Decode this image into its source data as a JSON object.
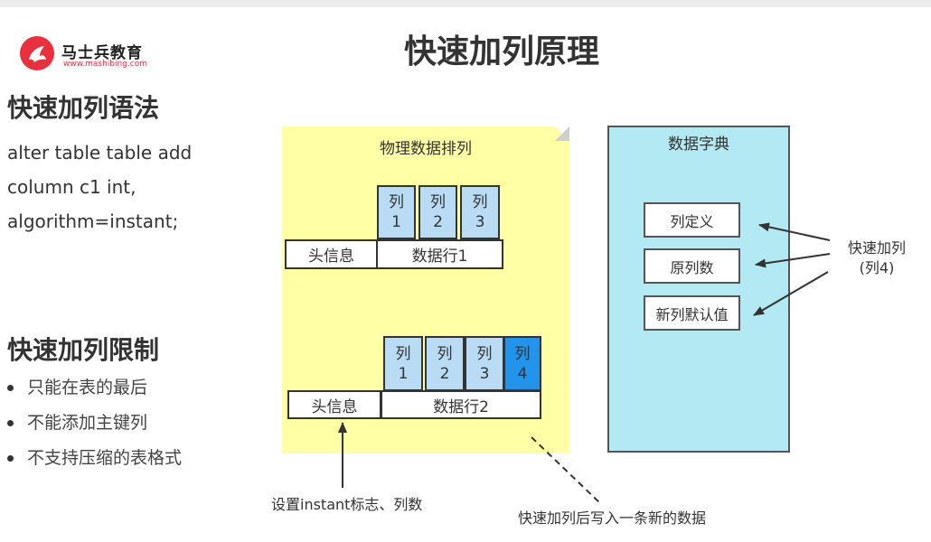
{
  "brand": {
    "name": "马士兵教育",
    "url": "www.mashibing.com",
    "color": "#e8303f"
  },
  "title": "快速加列原理",
  "syntax_section": {
    "heading": "快速加列语法",
    "lines": [
      "alter table table add",
      "column c1 int,",
      "algorithm=instant;"
    ]
  },
  "limits_section": {
    "heading": "快速加列限制",
    "items": [
      "只能在表的最后",
      "不能添加主键列",
      "不支持压缩的表格式"
    ]
  },
  "physical": {
    "label": "物理数据排列",
    "row1": {
      "header": "头信息",
      "data": "数据行1",
      "cols": [
        [
          "列",
          "1"
        ],
        [
          "列",
          "2"
        ],
        [
          "列",
          "3"
        ]
      ]
    },
    "row2": {
      "header": "头信息",
      "data": "数据行2",
      "cols": [
        [
          "列",
          "1"
        ],
        [
          "列",
          "2"
        ],
        [
          "列",
          "3"
        ],
        [
          "列",
          "4"
        ]
      ]
    }
  },
  "dictionary": {
    "label": "数据字典",
    "items": [
      "列定义",
      "原列数",
      "新列默认值"
    ]
  },
  "annotations": {
    "fast_add": [
      "快速加列",
      "(列4)"
    ],
    "instant_flag": "设置instant标志、列数",
    "write_after": "快速加列后写入一条新的数据"
  },
  "colors": {
    "yellow_note": "#ffffa6",
    "dictionary_bg": "#b3e9f2",
    "column": "#b9dcf4",
    "new_column": "#2294ec"
  }
}
